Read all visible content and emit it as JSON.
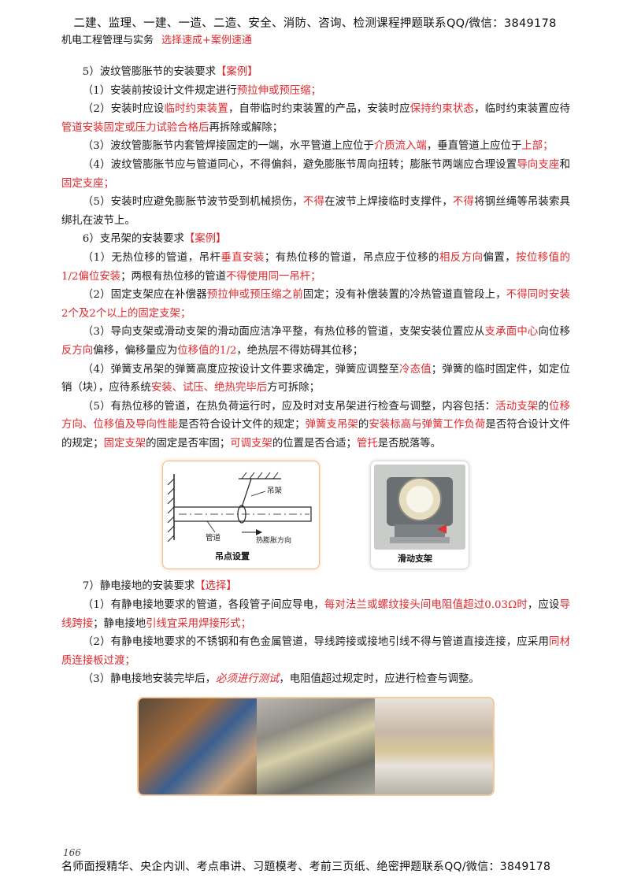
{
  "header": {
    "banner": "二建、监理、一建、一造、二造、安全、消防、咨询、检测课程押题联系QQ/微信：3849178",
    "book": "机电工程管理与实务",
    "series": "选择速成+案例速通"
  },
  "s5": {
    "title": "5）波纹管膨胀节的安装要求",
    "tag": "【案例】",
    "p1a": "（1）安装前按设计文件规定进行",
    "p1b": "预拉伸或预压缩；",
    "p2a": "（2）安装时应设",
    "p2b": "临时约束装置",
    "p2c": "，自带临时约束装置的产品，安装时应",
    "p2d": "保持约束状态",
    "p2e": "，临时约束装置应待",
    "p2f": "管道安装固定或压力试验合格后",
    "p2g": "再拆除或解除；",
    "p3a": "（3）波纹管膨胀节内套管焊接固定的一端，水平管道上应位于",
    "p3b": "介质流入端",
    "p3c": "，垂直管道上应位于",
    "p3d": "上部；",
    "p4a": "（4）波纹管膨胀节应与管道同心，不得偏斜，避免膨胀节周向扭转；膨胀节两端应合理设置",
    "p4b": "导向支座",
    "p4c": "和",
    "p4d": "固定支座；",
    "p5a": "（5）安装时应避免膨胀节波节受到机械损伤，",
    "p5b": "不得",
    "p5c": "在波节上焊接临时支撑件，",
    "p5d": "不得",
    "p5e": "将钢丝绳等吊装索具绑扎在波节上。"
  },
  "s6": {
    "title": "6）支吊架的安装要求",
    "tag": "【案例】",
    "p1a": "（1）无热位移的管道，吊杆",
    "p1b": "垂直安装",
    "p1c": "；有热位移的管道，吊点应于位移的",
    "p1d": "相反方向",
    "p1e": "偏置，",
    "p1f": "按位移值的1/2偏位安装",
    "p1g": "；两根有热位移的管道",
    "p1h": "不得使用同一吊杆；",
    "p2a": "（2）固定支架应在补偿器",
    "p2b": "预拉伸或预压缩之前",
    "p2c": "固定；没有补偿装置的冷热管道直管段上，",
    "p2d": "不得同时安装2个及2个以上的固定支架；",
    "p3a": "（3）导向支架或滑动支架的滑动面应洁净平整，有热位移的管道，支架安装位置应从",
    "p3b": "支承面中心",
    "p3c": "向位移",
    "p3d": "反方向",
    "p3e": "偏移，偏移量应为",
    "p3f": "位移值的1/2",
    "p3g": "，绝热层不得妨碍其位移；",
    "p4a": "（4）弹簧支吊架的弹簧高度应按设计文件要求确定，弹簧应调整至",
    "p4b": "冷态值",
    "p4c": "；弹簧的临时固定件，如定位销（块），应待系统",
    "p4d": "安装、试压、绝热完毕后",
    "p4e": "方可拆除；",
    "p5a": "（5）有热位移的管道，在热负荷运行时，应及时对支吊架进行检查与调整，内容包括：",
    "p5b": "活动支架",
    "p5c": "的",
    "p5d": "位移方向、位移值及导向性能",
    "p5e": "是否符合设计文件的规定；",
    "p5f": "弹簧支吊架",
    "p5g": "的",
    "p5h": "安装标高与弹簧工作负荷",
    "p5i": "是否符合设计文件的规定；",
    "p5j": "固定支架",
    "p5k": "的固定是否牢固；",
    "p5l": "可调支架",
    "p5m": "的位置是否合适；",
    "p5n": "管托",
    "p5o": "是否脱落等。"
  },
  "fig1": {
    "hanger": "吊架",
    "pipe": "管道",
    "expand": "热膨胀方向",
    "caption": "吊点设置"
  },
  "fig2": {
    "caption": "滑动支架"
  },
  "s7": {
    "title": "7）静电接地的安装要求",
    "tag": "【选择】",
    "p1a": "（1）有静电接地要求的管道，各段管子间应导电，",
    "p1b": "每对法兰或螺纹接头间电阻值超过0.03Ω时",
    "p1c": "，应设",
    "p1d": "导线跨接",
    "p1e": "；静电接地",
    "p1f": "引线宜采用焊接形式；",
    "p2a": "（2）有静电接地要求的不锈钢和有色金属管道，导线跨接或接地引线不得与管道直接连接，应采用",
    "p2b": "同材质连接板过渡；",
    "p3a": "（3）静电接地安装完毕后，",
    "p3b": "必须进行测试",
    "p3c": "，电阻值超过规定时，应进行检查与调整。"
  },
  "page_number": "166",
  "footer": "名师面授精华、央企内训、考点串讲、习题模考、考前三页纸、绝密押题联系QQ/微信：3849178"
}
